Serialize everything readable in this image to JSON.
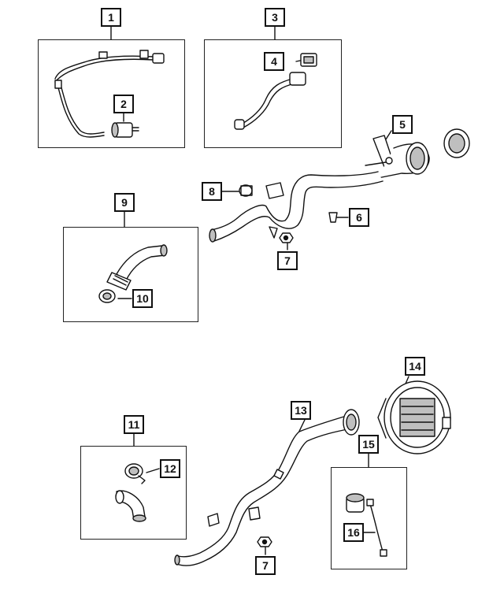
{
  "callouts": {
    "c1": "1",
    "c2": "2",
    "c3": "3",
    "c4": "4",
    "c5": "5",
    "c6": "6",
    "c7a": "7",
    "c7b": "7",
    "c8": "8",
    "c9": "9",
    "c10": "10",
    "c11": "11",
    "c12": "12",
    "c13": "13",
    "c14": "14",
    "c15": "15",
    "c16": "16"
  },
  "colors": {
    "line": "#111111",
    "fill": "#ffffff",
    "shade": "#bfbfbf"
  },
  "parts": [
    {
      "callout": "1",
      "icon": "wiring-harness-icon"
    },
    {
      "callout": "2",
      "icon": "vent-valve-icon"
    },
    {
      "callout": "3",
      "icon": "hose-assembly-icon"
    },
    {
      "callout": "4",
      "icon": "connector-icon"
    },
    {
      "callout": "5",
      "icon": "fuel-filler-neck-icon"
    },
    {
      "callout": "6",
      "icon": "clip-icon"
    },
    {
      "callout": "7",
      "icon": "nut-icon"
    },
    {
      "callout": "8",
      "icon": "clamp-icon"
    },
    {
      "callout": "9",
      "icon": "hose-kit-icon"
    },
    {
      "callout": "10",
      "icon": "hose-clamp-icon"
    },
    {
      "callout": "11",
      "icon": "hose-kit-icon"
    },
    {
      "callout": "12",
      "icon": "hose-clamp-icon"
    },
    {
      "callout": "13",
      "icon": "fuel-filler-tube-icon"
    },
    {
      "callout": "14",
      "icon": "fuel-door-housing-icon"
    },
    {
      "callout": "15",
      "icon": "fuel-door-actuator-icon"
    },
    {
      "callout": "16",
      "icon": "actuator-harness-icon"
    }
  ]
}
